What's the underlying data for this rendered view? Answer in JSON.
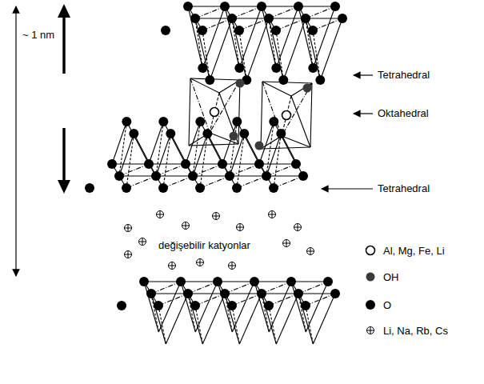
{
  "diagram": {
    "labels": [
      "~ 1 nm",
      "Tetrahedral",
      "Oktahedral",
      "Tetrahedral",
      "değişebilir katyonlar"
    ],
    "legend": [
      {
        "text": "Al, Mg, Fe, Li"
      },
      {
        "text": "OH"
      },
      {
        "text": "O"
      },
      {
        "text": "Li, Na, Rb, Cs"
      }
    ]
  }
}
